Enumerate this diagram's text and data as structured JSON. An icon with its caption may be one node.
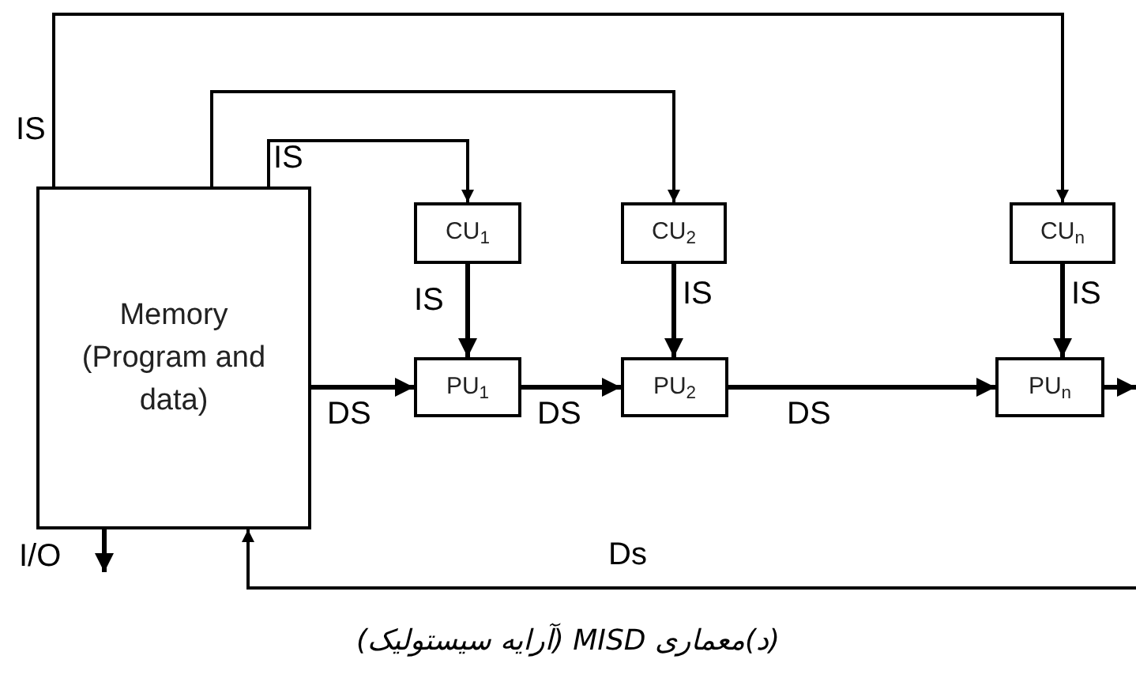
{
  "diagram": {
    "caption": "(د)معماری MISD (آرایه سیستولیک)",
    "nodes": [
      {
        "text": [
          "Memory (Program and data)"
        ]
      },
      {
        "text": [
          "CU$_{1}$"
        ]
      },
      {
        "text": [
          "CU$_{2}$"
        ]
      },
      {
        "text": [
          "CU$_{n}$"
        ]
      },
      {
        "text": [
          "PU$_{1}$"
        ]
      },
      {
        "text": [
          "PU$_{2}$"
        ]
      },
      {
        "text": [
          "PU$_{n}$"
        ]
      }
    ],
    "edges": [
      {
        "from": 0,
        "to": 3,
        "arrow": "to",
        "label": "IS"
      },
      {
        "from": 0,
        "to": 2,
        "arrow": "to"
      },
      {
        "from": 0,
        "to": 1,
        "arrow": "to",
        "label": "IS"
      },
      {
        "from": 1,
        "to": 4,
        "arrow": "to",
        "label": "IS"
      },
      {
        "from": 2,
        "to": 5,
        "arrow": "to",
        "label": "IS"
      },
      {
        "from": 3,
        "to": 6,
        "arrow": "to",
        "label": "IS"
      },
      {
        "from": 0,
        "to": 4,
        "arrow": "to",
        "label": "DS"
      },
      {
        "from": 4,
        "to": 5,
        "arrow": "to",
        "label": "DS"
      },
      {
        "from": 5,
        "to": 6,
        "arrow": "to",
        "label": "DS"
      },
      {
        "from": 6,
        "to": null,
        "arrow": "to"
      },
      {
        "from": null,
        "to": 0,
        "arrow": "to",
        "label": "Ds"
      },
      {
        "from": 0,
        "to": null,
        "arrow": "to",
        "label": "I/O"
      }
    ]
  }
}
